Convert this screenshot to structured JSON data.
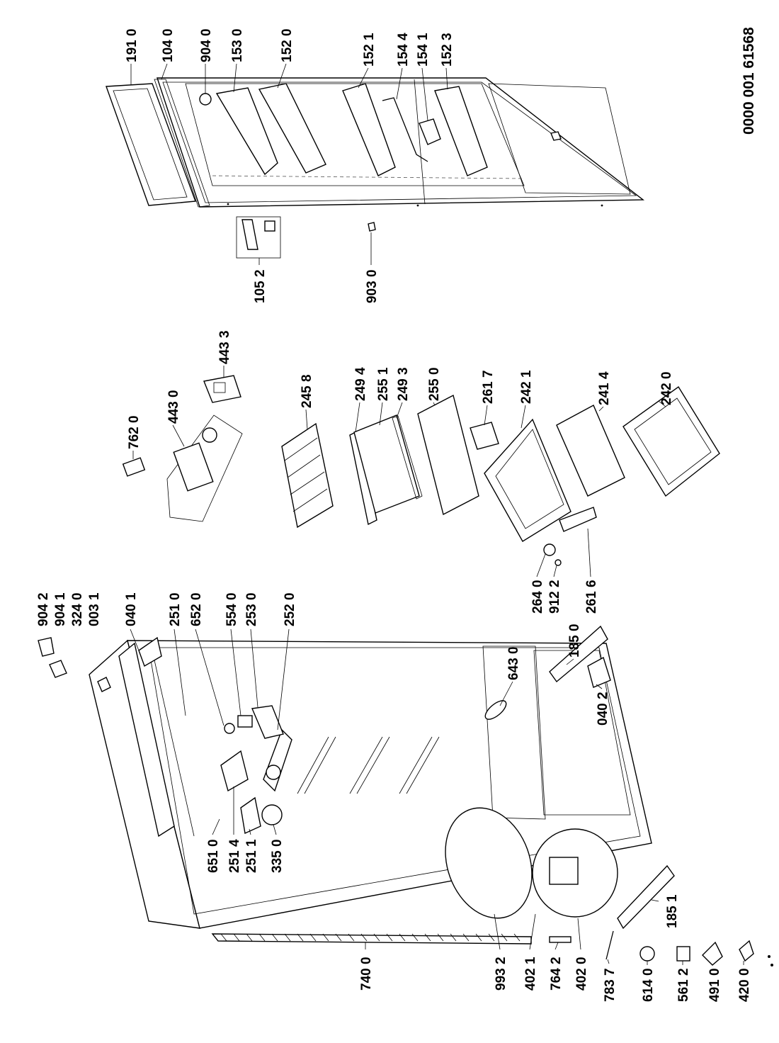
{
  "document_number": "0000 001 61568",
  "labels": {
    "l_191_0": "191 0",
    "l_104_0": "104 0",
    "l_904_0": "904 0",
    "l_153_0": "153 0",
    "l_152_0": "152 0",
    "l_152_1": "152 1",
    "l_154_4": "154 4",
    "l_154_1": "154 1",
    "l_152_3": "152 3",
    "l_105_2": "105 2",
    "l_903_0": "903 0",
    "l_762_0": "762 0",
    "l_443_0": "443 0",
    "l_443_3": "443 3",
    "l_245_8": "245 8",
    "l_249_4": "249 4",
    "l_255_1": "255 1",
    "l_249_3": "249 3",
    "l_255_0": "255 0",
    "l_261_7": "261 7",
    "l_242_1": "242 1",
    "l_241_4": "241 4",
    "l_242_0": "242 0",
    "l_264_0": "264 0",
    "l_912_2": "912 2",
    "l_261_6": "261 6",
    "l_904_2": "904 2",
    "l_904_1": "904 1",
    "l_324_0": "324 0",
    "l_003_1": "003 1",
    "l_040_1": "040 1",
    "l_251_0": "251 0",
    "l_652_0": "652 0",
    "l_554_0": "554 0",
    "l_253_0": "253 0",
    "l_252_0": "252 0",
    "l_643_0": "643 0",
    "l_185_0": "185 0",
    "l_040_2": "040 2",
    "l_651_0": "651 0",
    "l_251_4": "251 4",
    "l_251_1": "251 1",
    "l_335_0": "335 0",
    "l_185_1": "185 1",
    "l_740_0": "740 0",
    "l_993_2": "993 2",
    "l_402_1": "402 1",
    "l_764_2": "764 2",
    "l_402_0": "402 0",
    "l_783_7": "783 7",
    "l_614_0": "614 0",
    "l_561_2": "561 2",
    "l_491_0": "491 0",
    "l_420_0": "420 0"
  }
}
